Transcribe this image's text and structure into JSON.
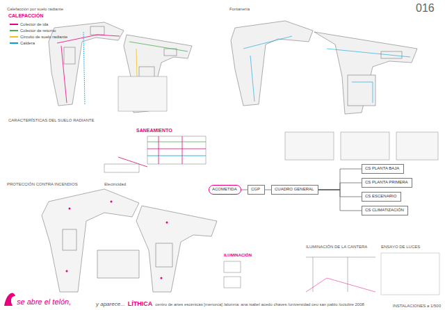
{
  "diagram": {
    "nodes": [
      {
        "text": [
          "ACOMETIDA"
        ]
      },
      {
        "text": [
          "CGP"
        ]
      },
      {
        "text": [
          "CUADRO GENERAL"
        ]
      },
      {
        "text": [
          "CS PLANTA BAJA"
        ]
      },
      {
        "text": [
          "CS PLANTA PRIMERA"
        ]
      },
      {
        "text": [
          "CS ESCENARIO"
        ]
      },
      {
        "text": [
          "CS CLIMATIZACIÓN"
        ]
      }
    ],
    "edges": [
      {
        "from": 0,
        "to": 1,
        "arrow": "none"
      },
      {
        "from": 1,
        "to": 2,
        "arrow": "none"
      },
      {
        "from": 2,
        "to": 3,
        "arrow": "none"
      },
      {
        "from": 2,
        "to": 4,
        "arrow": "none"
      },
      {
        "from": 2,
        "to": 5,
        "arrow": "none"
      },
      {
        "from": 2,
        "to": 6,
        "arrow": "none"
      }
    ],
    "labels": [
      "016",
      "Calefacción por suelo radiante",
      "CALEFACCIÓN",
      "Fontanería",
      "CARACTERÍSTICAS DEL SUELO RADIANTE",
      "SANEAMIENTO",
      "PROTECCIÓN CONTRA INCENDIOS",
      "Electricidad",
      "ILUMINACIÓN",
      "ILUMINACIÓN DE LA CANTERA",
      "ENSAYO DE LUCES",
      "se abre el telón,",
      "y aparece...",
      "LÍTHICA",
      "centro de artes escénicas [menorca] /alumna: ana isabel acedo chaves /universidad ceu san pablo /octubre 2008",
      "INSTALACIONES a 1/500"
    ],
    "legend": [
      {
        "text": "Colector de ida",
        "color": "#e6007e"
      },
      {
        "text": "Colector de retorno",
        "color": "#4cae4c"
      },
      {
        "text": "Circuito de suelo radiante",
        "color": "#f0c419"
      },
      {
        "text": "Caldera",
        "color": "#00a0e0"
      }
    ]
  }
}
